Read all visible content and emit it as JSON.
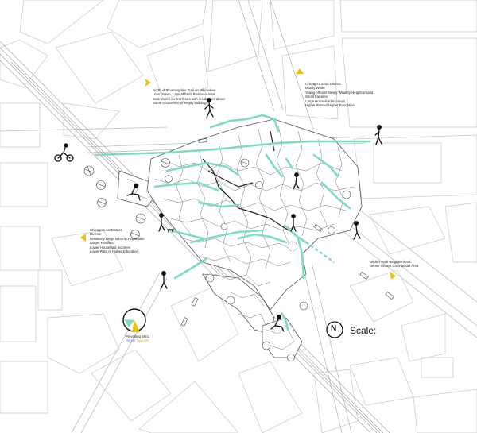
{
  "notes": {
    "north_trail": {
      "lines": [
        "North of Bloomingdale Trail on Milwaukee:",
        "Less Dense, Less Affluent Business Area",
        "Businesses on first floors with residences above",
        "Some occurrence of empty buildings"
      ]
    },
    "district_32": {
      "lines": [
        "Chicago's 32nd District:",
        "Mostly White",
        "Young Affluent Newly Wealthy Neighborhood",
        "Small Families",
        "Large Household Incomes",
        "Higher Rate of Higher Education"
      ]
    },
    "district_1": {
      "lines": [
        "Chicago's 1st District:",
        "Diverse",
        "Relatively Large Minority Population",
        "Larger Families",
        "Lower Household Incomes",
        "Lower Rate of Higher Education"
      ]
    },
    "wicker_park": {
      "lines": [
        "Wicker Park Neighborhood:",
        "Dense Vibrant Commercial Area"
      ]
    }
  },
  "legend": {
    "wind_title": "Prevailing Wind",
    "wind_winter": "Winter",
    "wind_summer": "Summer"
  },
  "compass": {
    "letter": "N"
  },
  "scale": {
    "label": "Scale:"
  },
  "colors": {
    "path": "#7fdcc4",
    "wind_arrow": "#f2c200",
    "lines": "#bdbdbd",
    "cells": "#555555",
    "figures": "#111111"
  },
  "icons": [
    "wind-arrow-icon",
    "compass-icon",
    "pedestrian-icon",
    "cyclist-icon",
    "tree-icon",
    "bench-icon"
  ]
}
